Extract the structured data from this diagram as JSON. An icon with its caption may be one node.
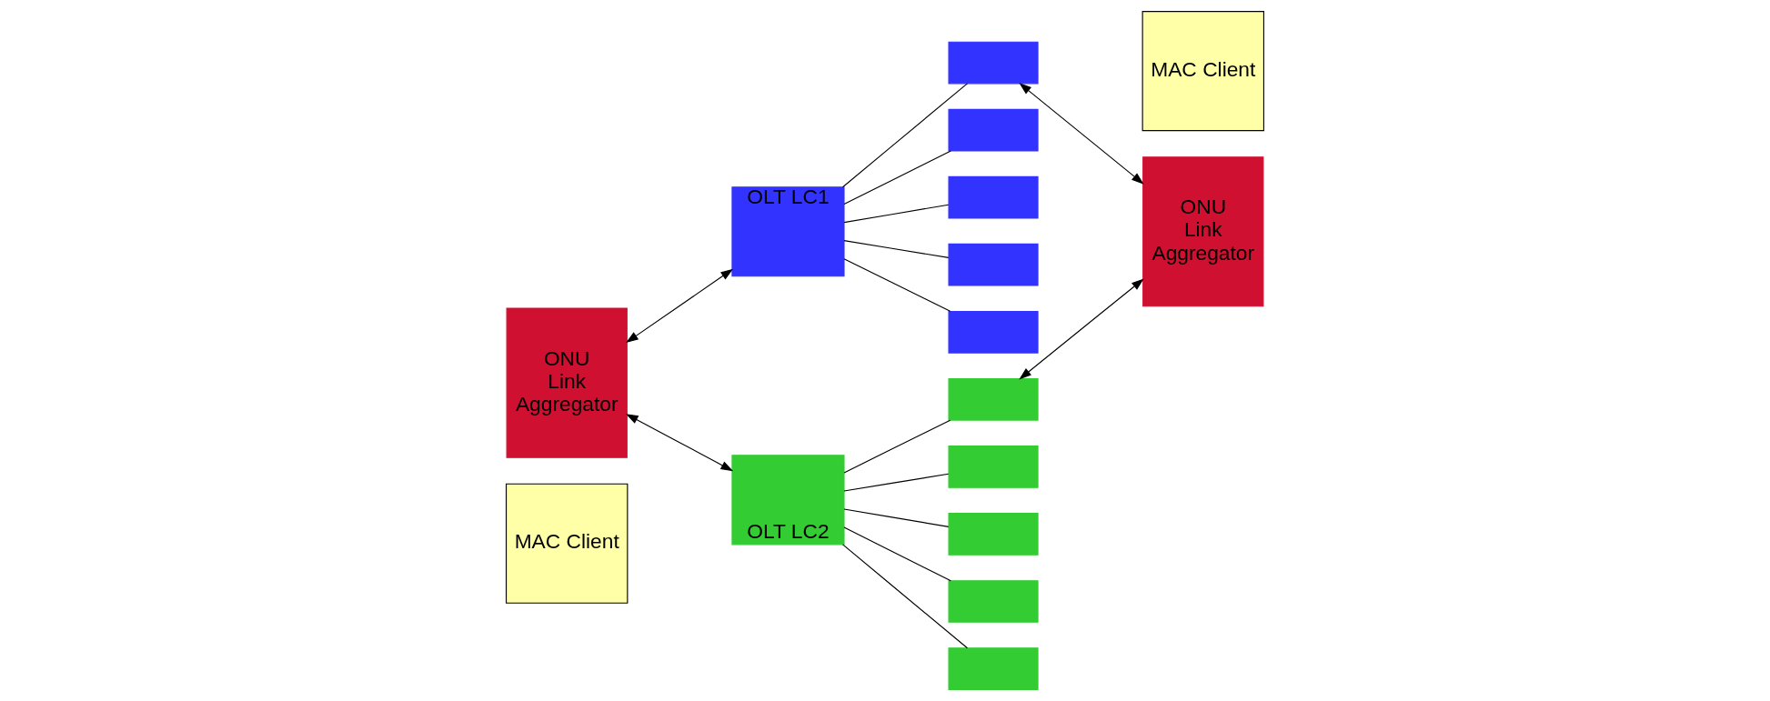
{
  "diagram": {
    "nodes": [
      {
        "text": [
          "MAC Client"
        ]
      },
      {
        "text": [
          "ONU Link Aggregator"
        ]
      },
      {
        "text": [
          "OLT LC1"
        ]
      },
      {
        "text": [
          "OLT LC2"
        ]
      },
      {
        "text": [],
        "shape": "box"
      },
      {
        "text": [],
        "shape": "box"
      },
      {
        "text": [],
        "shape": "box"
      },
      {
        "text": [],
        "shape": "box"
      },
      {
        "text": [],
        "shape": "box"
      },
      {
        "text": [],
        "shape": "box"
      },
      {
        "text": [],
        "shape": "box"
      },
      {
        "text": [],
        "shape": "box"
      },
      {
        "text": [],
        "shape": "box"
      },
      {
        "text": [],
        "shape": "box"
      },
      {
        "text": [
          "ONU Link Aggregator"
        ]
      },
      {
        "text": [
          "MAC Client"
        ]
      }
    ],
    "edges": [
      {
        "from": 1,
        "to": 2,
        "arrow": "both"
      },
      {
        "from": 1,
        "to": 3,
        "arrow": "both"
      },
      {
        "from": 2,
        "to": 4,
        "arrow": "none"
      },
      {
        "from": 2,
        "to": 5,
        "arrow": "none"
      },
      {
        "from": 2,
        "to": 6,
        "arrow": "none"
      },
      {
        "from": 2,
        "to": 7,
        "arrow": "none"
      },
      {
        "from": 2,
        "to": 8,
        "arrow": "none"
      },
      {
        "from": 3,
        "to": 9,
        "arrow": "none"
      },
      {
        "from": 3,
        "to": 10,
        "arrow": "none"
      },
      {
        "from": 3,
        "to": 11,
        "arrow": "none"
      },
      {
        "from": 3,
        "to": 12,
        "arrow": "none"
      },
      {
        "from": 3,
        "to": 13,
        "arrow": "none"
      },
      {
        "from": 4,
        "to": 14,
        "arrow": "both"
      },
      {
        "from": 9,
        "to": 14,
        "arrow": "both"
      }
    ]
  }
}
